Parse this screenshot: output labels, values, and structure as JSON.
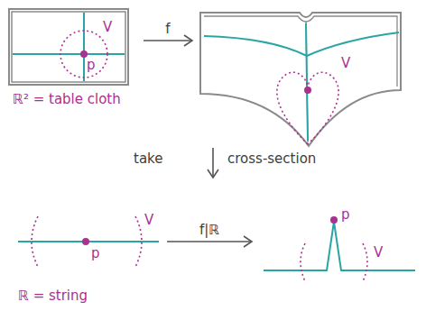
{
  "diagram": {
    "nodes": [
      {
        "text": [
          "V",
          "p",
          "ℝ² = table cloth"
        ]
      },
      {
        "text": [
          "V"
        ]
      },
      {
        "text": [
          "V",
          "p",
          "ℝ = string"
        ]
      },
      {
        "text": [
          "p",
          "V"
        ]
      }
    ],
    "edges": [
      {
        "from": 0,
        "to": 1,
        "label": "f",
        "arrow": "to"
      },
      {
        "from": 2,
        "to": 3,
        "label": "f|ℝ",
        "arrow": "to"
      }
    ],
    "labels": [
      "take",
      "cross-section"
    ]
  }
}
